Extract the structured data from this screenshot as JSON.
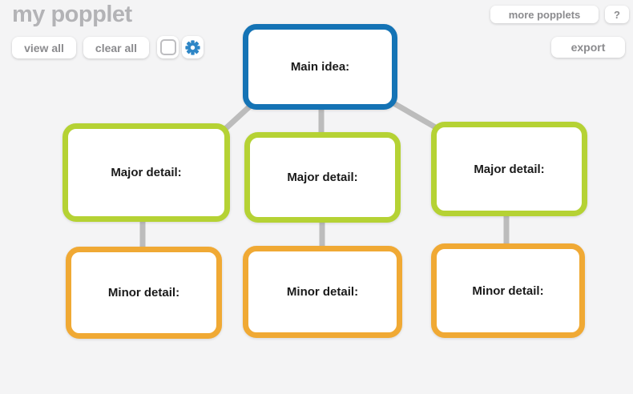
{
  "app": {
    "title": "my popplet"
  },
  "toolbar": {
    "view_all_label": "view all",
    "clear_all_label": "clear all",
    "more_popplets_label": "more popplets",
    "help_label": "?",
    "export_label": "export"
  },
  "icons": {
    "gear": "gear-icon",
    "square_swatch": "rounded-square-icon"
  },
  "colors": {
    "background": "#f4f4f5",
    "main_node_border": "#1473b5",
    "major_node_border": "#b5d234",
    "minor_node_border": "#f0a934",
    "connector": "#bcbcbc",
    "gear_icon": "#2e86c6",
    "button_text": "#8b8b8e",
    "title_text": "#b3b3b6",
    "node_text": "#1a1a1a"
  },
  "diagram": {
    "nodes": [
      {
        "id": "main",
        "label": "Main idea:",
        "level": "main"
      },
      {
        "id": "major-left",
        "label": "Major detail:",
        "level": "major"
      },
      {
        "id": "major-center",
        "label": "Major detail:",
        "level": "major"
      },
      {
        "id": "major-right",
        "label": "Major detail:",
        "level": "major"
      },
      {
        "id": "minor-left",
        "label": "Minor detail:",
        "level": "minor"
      },
      {
        "id": "minor-center",
        "label": "Minor detail:",
        "level": "minor"
      },
      {
        "id": "minor-right",
        "label": "Minor detail:",
        "level": "minor"
      }
    ],
    "connections": [
      [
        "main",
        "major-left"
      ],
      [
        "main",
        "major-center"
      ],
      [
        "main",
        "major-right"
      ],
      [
        "major-left",
        "minor-left"
      ],
      [
        "major-center",
        "minor-center"
      ],
      [
        "major-right",
        "minor-right"
      ]
    ]
  }
}
